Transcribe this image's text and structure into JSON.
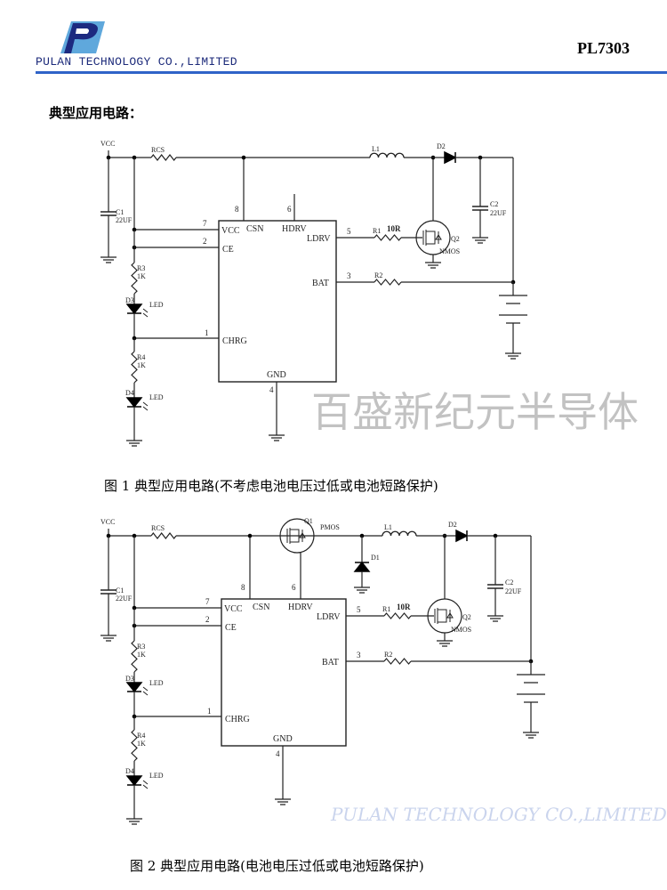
{
  "header": {
    "company": "PULAN TECHNOLOGY CO.,LIMITED",
    "part_number": "PL7303",
    "brand_color": "#2f63c8"
  },
  "section_title": "典型应用电路：",
  "watermark": {
    "cn": "百盛新纪元半导体",
    "en": "PULAN TECHNOLOGY CO.,LIMITED"
  },
  "figures": [
    {
      "caption": "图 1   典型应用电路(不考虑电池电压过低或电池短路保护)",
      "labels": {
        "vcc": "VCC",
        "rcs": "RCS",
        "l1": "L1",
        "d2": "D2",
        "c1": "C1",
        "c1v": "22UF",
        "c2": "C2",
        "c2v": "22UF",
        "r1": "R1",
        "r1v": "10R",
        "r2": "R2",
        "q2": "Q2",
        "q2t": "NMOS",
        "r3": "R3",
        "r3v": "1K",
        "r4": "R4",
        "r4v": "1K",
        "d3": "D3",
        "d4": "D4",
        "led": "LED",
        "pin_vcc": "VCC",
        "pin_csn": "CSN",
        "pin_hdrv": "HDRV",
        "pin_ldrv": "LDRV",
        "pin_ce": "CE",
        "pin_bat": "BAT",
        "pin_chrg": "CHRG",
        "pin_gnd": "GND",
        "n1": "1",
        "n2": "2",
        "n3": "3",
        "n4": "4",
        "n5": "5",
        "n6": "6",
        "n7": "7",
        "n8": "8"
      }
    },
    {
      "caption": "图 2   典型应用电路(电池电压过低或电池短路保护)",
      "labels": {
        "vcc": "VCC",
        "rcs": "RCS",
        "l1": "L1",
        "d2": "D2",
        "d1": "D1",
        "q1": "Q1",
        "q1t": "PMOS",
        "c1": "C1",
        "c1v": "22UF",
        "c2": "C2",
        "c2v": "22UF",
        "r1": "R1",
        "r1v": "10R",
        "r2": "R2",
        "q2": "Q2",
        "q2t": "NMOS",
        "r3": "R3",
        "r3v": "1K",
        "r4": "R4",
        "r4v": "1K",
        "d3": "D3",
        "d4": "D4",
        "led": "LED",
        "pin_vcc": "VCC",
        "pin_csn": "CSN",
        "pin_hdrv": "HDRV",
        "pin_ldrv": "LDRV",
        "pin_ce": "CE",
        "pin_bat": "BAT",
        "pin_chrg": "CHRG",
        "pin_gnd": "GND",
        "n1": "1",
        "n2": "2",
        "n3": "3",
        "n4": "4",
        "n5": "5",
        "n6": "6",
        "n7": "7",
        "n8": "8"
      }
    }
  ]
}
